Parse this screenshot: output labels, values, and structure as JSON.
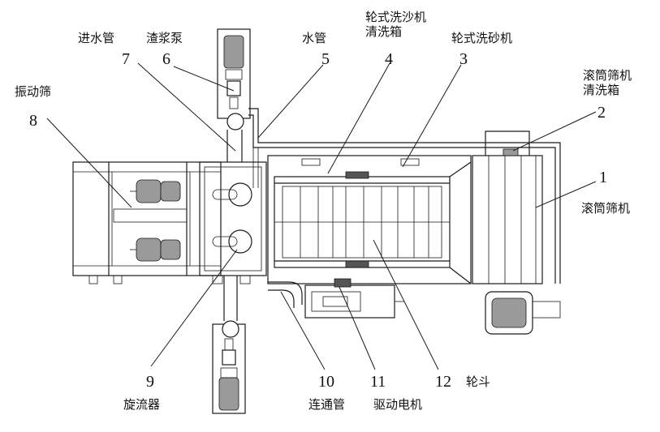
{
  "components": [
    {
      "no": "1",
      "name": "滚筒筛机"
    },
    {
      "no": "2",
      "name": "滚筒筛机\n清洗箱"
    },
    {
      "no": "3",
      "name": "轮式洗砂机"
    },
    {
      "no": "4",
      "name": "轮式洗沙机\n清洗箱"
    },
    {
      "no": "5",
      "name": "水管"
    },
    {
      "no": "6",
      "name": "渣浆泵"
    },
    {
      "no": "7",
      "name": "进水管"
    },
    {
      "no": "8",
      "name": "振动筛"
    },
    {
      "no": "9",
      "name": "旋流器"
    },
    {
      "no": "10",
      "name": "连通管"
    },
    {
      "no": "11",
      "name": "驱动电机"
    },
    {
      "no": "12",
      "name": "轮斗"
    }
  ]
}
